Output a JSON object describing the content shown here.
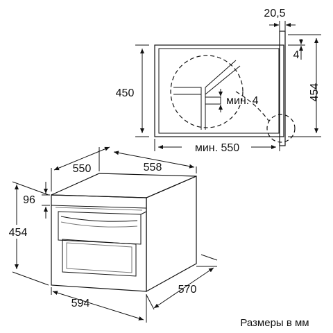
{
  "niche": {
    "top_width": "20,5",
    "top_gap": "4",
    "height_left": "450",
    "height_right": "454",
    "min_depth_gap": "мин. 4",
    "min_width": "мин. 550"
  },
  "appliance": {
    "depth_top": "550",
    "width_top": "558",
    "panel_height": "96",
    "height": "454",
    "width_front": "594",
    "depth_side": "570"
  },
  "caption": "Размеры в мм"
}
